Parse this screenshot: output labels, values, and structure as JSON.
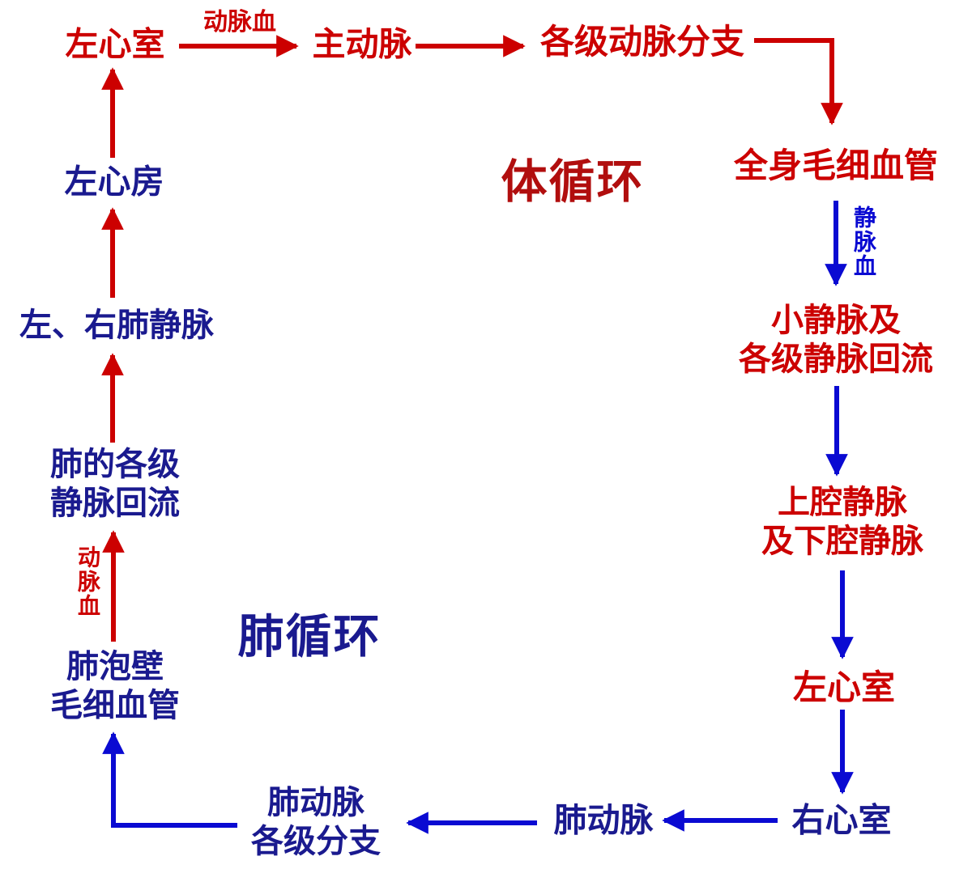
{
  "diagram": {
    "description_titles": {
      "systemic_circulation": "体循环",
      "pulmonary_circulation": "肺循环"
    },
    "nodes": {
      "left_ventricle_top": "左心室",
      "aorta": "主动脉",
      "artery_branches": "各级动脉分支",
      "body_capillaries": "全身毛细血管",
      "venules_line1": "小静脉及",
      "venules_line2": "各级静脉回流",
      "vena_cava_line1": "上腔静脉",
      "vena_cava_line2": "及下腔静脉",
      "left_ventricle_right": "左心室",
      "right_ventricle": "右心室",
      "pulmonary_artery": "肺动脉",
      "pa_branches_line1": "肺动脉",
      "pa_branches_line2": "各级分支",
      "alveolar_line1": "肺泡壁",
      "alveolar_line2": "毛细血管",
      "lung_venous_line1": "肺的各级",
      "lung_venous_line2": "静脉回流",
      "pulmonary_veins": "左、右肺静脉",
      "left_atrium": "左心房"
    },
    "edge_labels": {
      "arterial_blood_top": "动脉血",
      "venous_blood_right": "静脉血",
      "arterial_blood_left": "动脉血"
    },
    "colors": {
      "node_red": "#cc0000",
      "title_red": "#b10e0e",
      "text_navy": "#1a1a8f",
      "arrow_blue": "#0a0ad2",
      "background": "#ffffff"
    }
  }
}
